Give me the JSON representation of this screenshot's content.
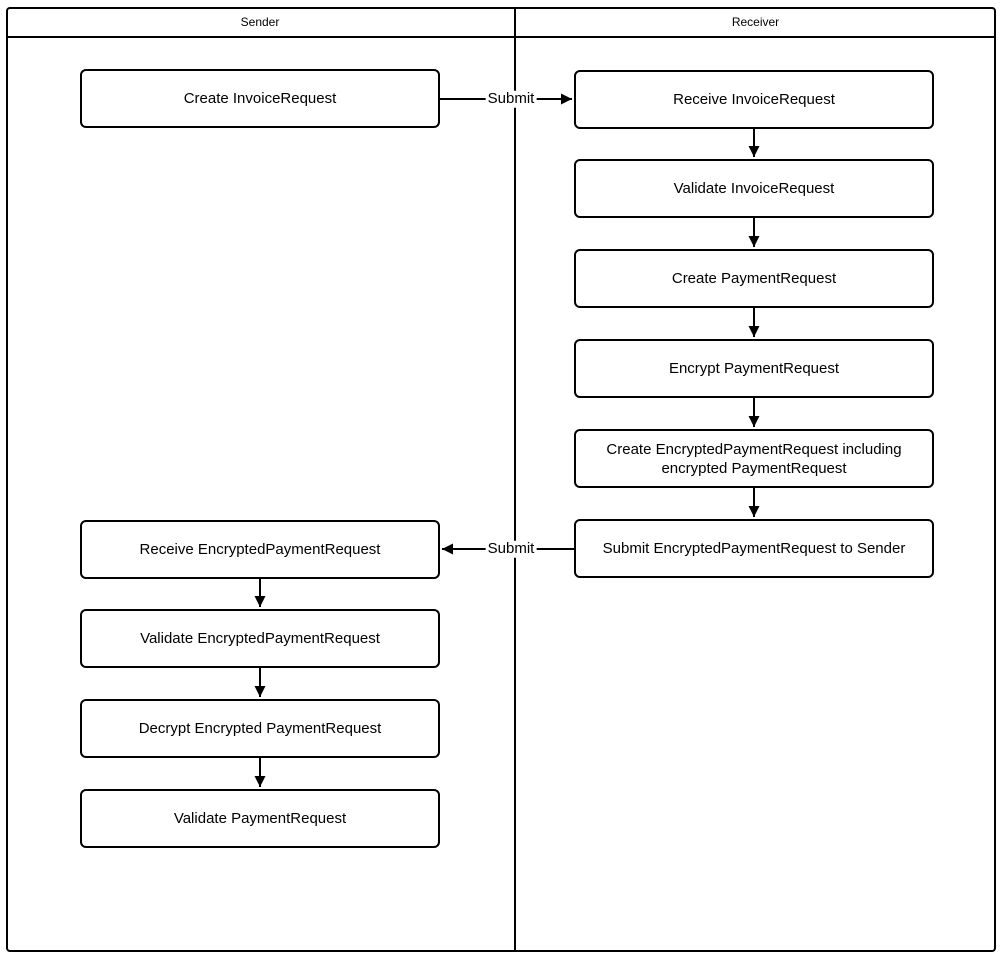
{
  "diagram": {
    "type": "flowchart-swimlane",
    "lanes": {
      "sender": {
        "title": "Sender"
      },
      "receiver": {
        "title": "Receiver"
      }
    },
    "nodes": {
      "sender": [
        {
          "label": "Create InvoiceRequest"
        },
        {
          "label": "Receive EncryptedPaymentRequest"
        },
        {
          "label": "Validate EncryptedPaymentRequest"
        },
        {
          "label": "Decrypt Encrypted PaymentRequest"
        },
        {
          "label": "Validate PaymentRequest"
        }
      ],
      "receiver": [
        {
          "label": "Receive InvoiceRequest"
        },
        {
          "label": "Validate InvoiceRequest"
        },
        {
          "label": "Create PaymentRequest"
        },
        {
          "label": "Encrypt PaymentRequest"
        },
        {
          "label": "Create EncryptedPaymentRequest including encrypted PaymentRequest"
        },
        {
          "label": "Submit EncryptedPaymentRequest to Sender"
        }
      ]
    },
    "edges": {
      "submit_to_receiver": {
        "label": "Submit"
      },
      "submit_to_sender": {
        "label": "Submit"
      }
    },
    "colors": {
      "line": "#000000",
      "text": "#000000",
      "background": "#ffffff"
    }
  }
}
